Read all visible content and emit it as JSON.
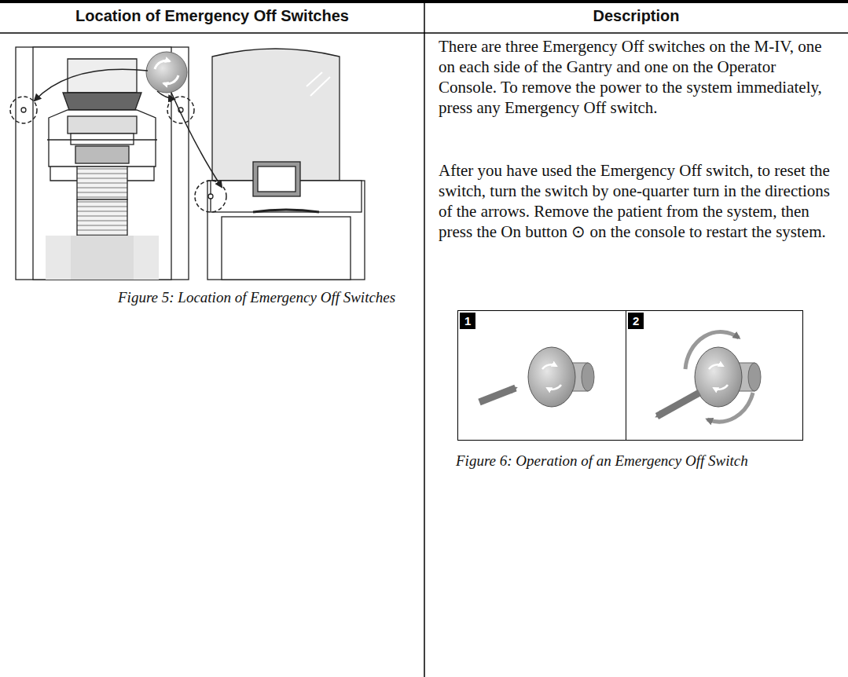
{
  "diagram": {
    "nodes": [
      {
        "text": [
          "1"
        ]
      },
      {
        "text": [
          "2"
        ]
      }
    ],
    "labels": [
      "Location of Emergency Off Switches",
      "Description",
      "There are three Emergency Off switches on the M-IV, one on each side of the Gantry and one on the Operator Console. To remove the power to the system immediately, press any Emergency Off switch.",
      "After you have used the Emergency Off switch, to reset the switch, turn the switch by one-quarter turn in the directions of the arrows. Remove the patient from the system, then press the On button ⊙ on the console to restart the system.",
      "Figure 5: Location of Emergency Off Switches",
      "Figure 6: Operation of an Emergency Off Switch"
    ]
  }
}
